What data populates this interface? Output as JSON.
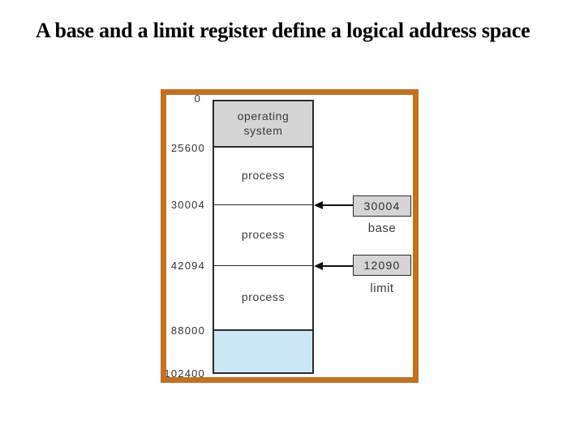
{
  "slide": {
    "title": "A base and a limit register define a logical address space"
  },
  "diagram": {
    "memory_map": {
      "address_labels": [
        "0",
        "25600",
        "30004",
        "42094",
        "88000",
        "102400"
      ],
      "segments": [
        {
          "label": "operating system",
          "fill": "#D5D5D5"
        },
        {
          "label": "process",
          "fill": "#FFFFFF"
        },
        {
          "label": "process",
          "fill": "#FFFFFF"
        },
        {
          "label": "process",
          "fill": "#FFFFFF"
        },
        {
          "label": "",
          "fill": "#CBE7F6"
        }
      ]
    },
    "registers": [
      {
        "value": "30004",
        "label": "base"
      },
      {
        "value": "12090",
        "label": "limit"
      }
    ],
    "colors": {
      "frame_border": "#C4711D",
      "segment_gray": "#D5D5D5",
      "free_space_blue": "#CBE7F6",
      "line": "#2B2B2B"
    }
  }
}
